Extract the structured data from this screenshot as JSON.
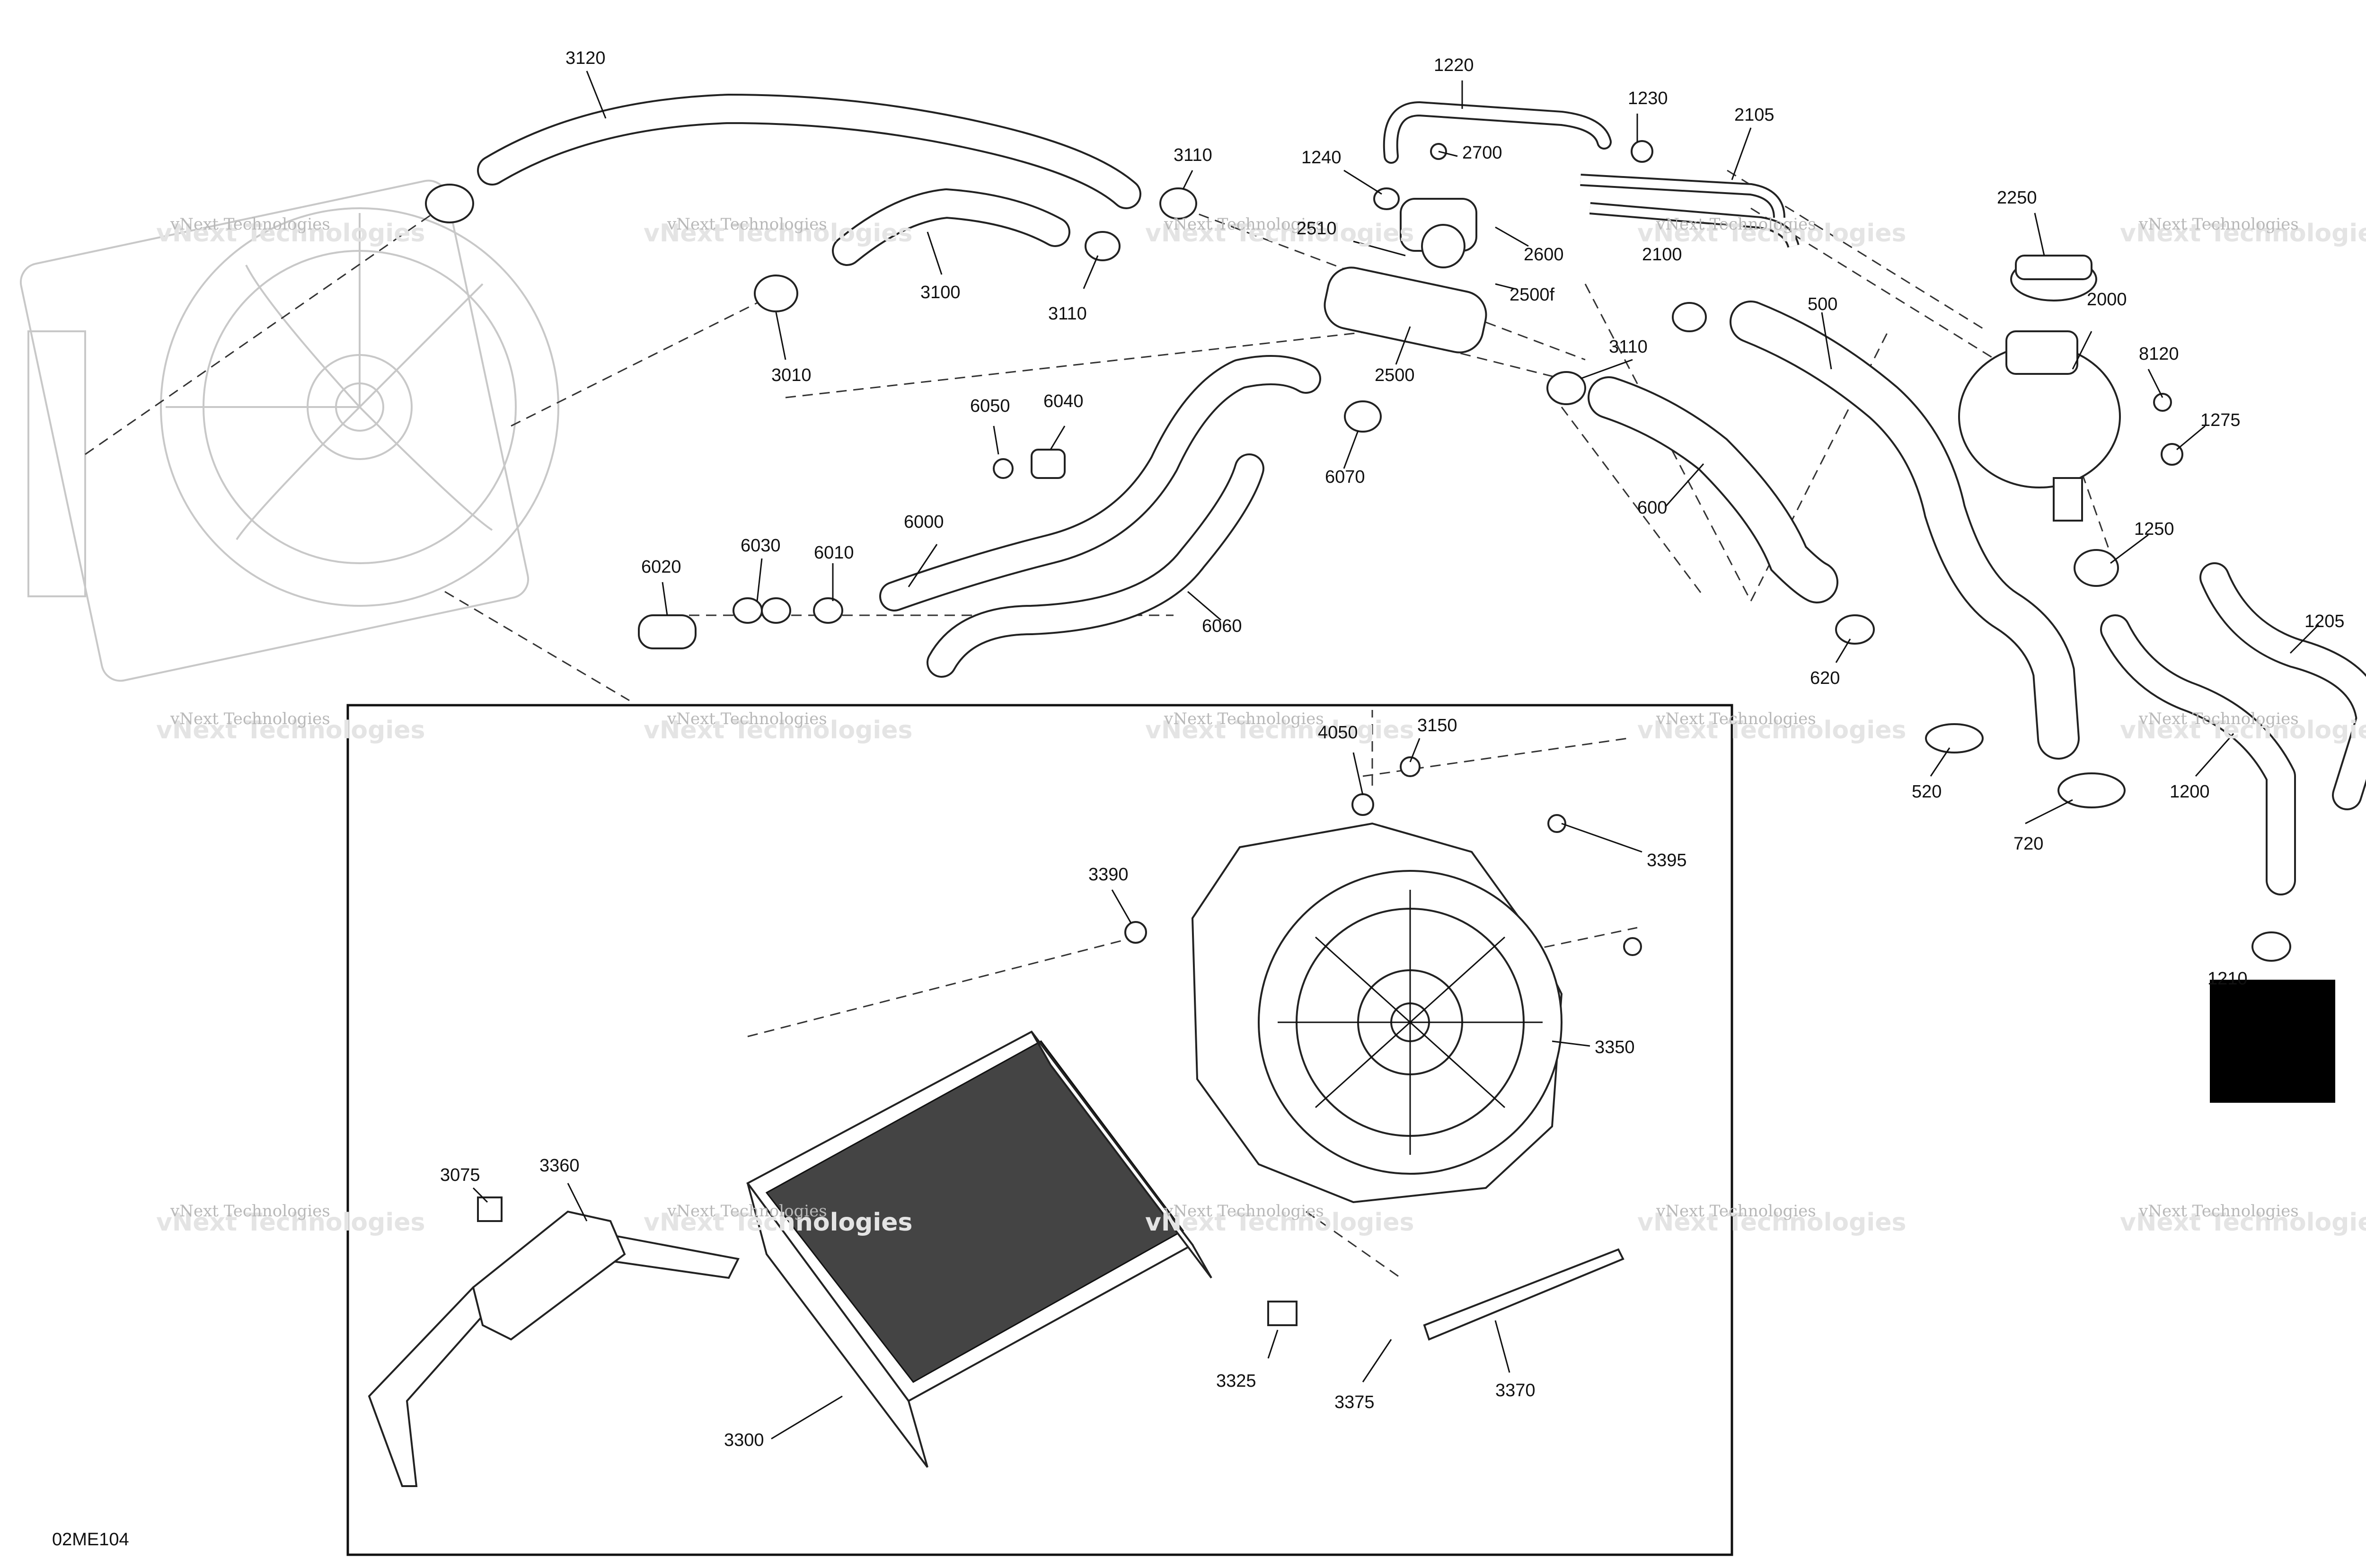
{
  "diagram": {
    "figure_code": "02ME104",
    "watermark_line1": "vNext Technologies",
    "watermark_line2": "vNext Technologies",
    "part_labels": [
      "3120",
      "1220",
      "1230",
      "2105",
      "3110",
      "1240",
      "2700",
      "2510",
      "2600",
      "2500f",
      "2100",
      "2250",
      "3100",
      "3110",
      "3010",
      "6050",
      "6040",
      "2500",
      "3110",
      "500",
      "2000",
      "8120",
      "1275",
      "6070",
      "600",
      "1250",
      "1205",
      "6020",
      "6030",
      "6010",
      "6000",
      "6060",
      "620",
      "520",
      "720",
      "1200",
      "1210",
      "4050",
      "3150",
      "3390",
      "3395",
      "3350",
      "3075",
      "3360",
      "3325",
      "3375",
      "3370",
      "3300"
    ]
  },
  "colors": {
    "line": "#222222",
    "watermark": "#b8b8b8",
    "background": "#ffffff",
    "block": "#000000"
  }
}
